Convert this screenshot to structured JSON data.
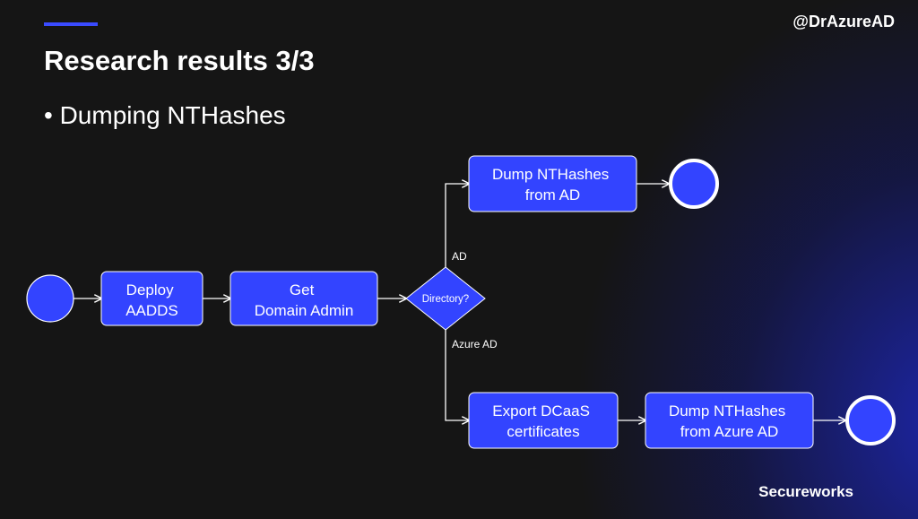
{
  "header": {
    "handle": "@DrAzureAD"
  },
  "slide": {
    "title": "Research results 3/3",
    "bullet": "• Dumping NTHashes"
  },
  "diagram": {
    "deploy": [
      "Deploy",
      "AADDS"
    ],
    "domain_admin": [
      "Get",
      "Domain Admin"
    ],
    "decision": "Directory?",
    "edge_ad": "AD",
    "edge_azure": "Azure AD",
    "dump_ad": [
      "Dump NTHashes",
      "from AD"
    ],
    "export": [
      "Export DCaaS",
      "certificates"
    ],
    "dump_azure": [
      "Dump NTHashes",
      "from Azure AD"
    ]
  },
  "footer": {
    "brand": "Secureworks"
  },
  "colors": {
    "node": "#3344ff",
    "accent": "#3a4bff",
    "background": "#151515"
  }
}
